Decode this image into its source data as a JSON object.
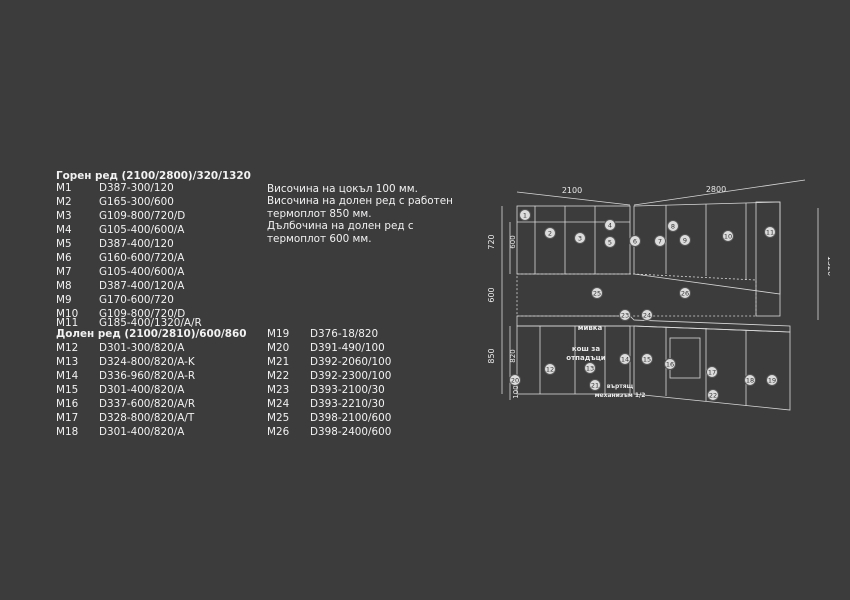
{
  "upper_row": {
    "heading": "Горен ред (2100/2800)/320/1320",
    "items": [
      {
        "code": "M1",
        "desc": "D387-300/120"
      },
      {
        "code": "M2",
        "desc": "G165-300/600"
      },
      {
        "code": "M3",
        "desc": "G109-800/720/D"
      },
      {
        "code": "M4",
        "desc": "G105-400/600/A"
      },
      {
        "code": "M5",
        "desc": "D387-400/120"
      },
      {
        "code": "M6",
        "desc": "G160-600/720/A"
      },
      {
        "code": "M7",
        "desc": "G105-400/600/A"
      },
      {
        "code": "M8",
        "desc": "D387-400/120/A"
      },
      {
        "code": "M9",
        "desc": "G170-600/720"
      },
      {
        "code": "M10",
        "desc": "G109-800/720/D"
      },
      {
        "code": "M11",
        "desc": "G185-400/1320/A/R"
      }
    ]
  },
  "lower_row": {
    "heading": "Долен ред (2100/2810)/600/860",
    "items_left": [
      {
        "code": "M12",
        "desc": "D301-300/820/A"
      },
      {
        "code": "M13",
        "desc": "D324-800/820/A-K"
      },
      {
        "code": "M14",
        "desc": "D336-960/820/A-R"
      },
      {
        "code": "M15",
        "desc": "D301-400/820/A"
      },
      {
        "code": "M16",
        "desc": "D337-600/820/A/R"
      },
      {
        "code": "M17",
        "desc": "D328-800/820/A/T"
      },
      {
        "code": "M18",
        "desc": "D301-400/820/A"
      }
    ],
    "items_right": [
      {
        "code": "M19",
        "desc": "D376-18/820"
      },
      {
        "code": "M20",
        "desc": "D391-490/100"
      },
      {
        "code": "M21",
        "desc": "D392-2060/100"
      },
      {
        "code": "M22",
        "desc": "D392-2300/100"
      },
      {
        "code": "M23",
        "desc": "D393-2100/30"
      },
      {
        "code": "M24",
        "desc": "D393-2210/30"
      },
      {
        "code": "M25",
        "desc": "D398-2100/600"
      },
      {
        "code": "M26",
        "desc": "D398-2400/600"
      }
    ]
  },
  "notes": {
    "line1": "Височина на цокъл 100 мм.",
    "line2": "Височина на долен ред с работен",
    "line3": "термоплот 850 мм.",
    "line4": "Дълбочина на долен ред с",
    "line5": "термоплот 600 мм."
  },
  "drawing": {
    "dim_left_width": "2100",
    "dim_right_width": "2800",
    "dim_total_height": "1320",
    "dim_upper_outer": "720",
    "dim_upper_inner": "600",
    "dim_gap": "600",
    "dim_lower_outer": "850",
    "dim_lower_inner": "820",
    "dim_plinth": "100",
    "label_sink": "мивка",
    "label_bin": "кош за отпадъци",
    "label_bin_line1": "кош за",
    "label_bin_line2": "отпадъци",
    "label_mech_line1": "въртящ",
    "label_mech_line2": "механизъм 1/2",
    "markers": [
      "1",
      "2",
      "3",
      "4",
      "5",
      "6",
      "7",
      "8",
      "9",
      "10",
      "11",
      "12",
      "13",
      "14",
      "15",
      "16",
      "17",
      "18",
      "19",
      "20",
      "21",
      "22",
      "23",
      "24",
      "25",
      "26"
    ]
  },
  "colors": {
    "background": "#3c3c3d",
    "text": "#f2f2f2",
    "line": "#d8d8d8"
  }
}
